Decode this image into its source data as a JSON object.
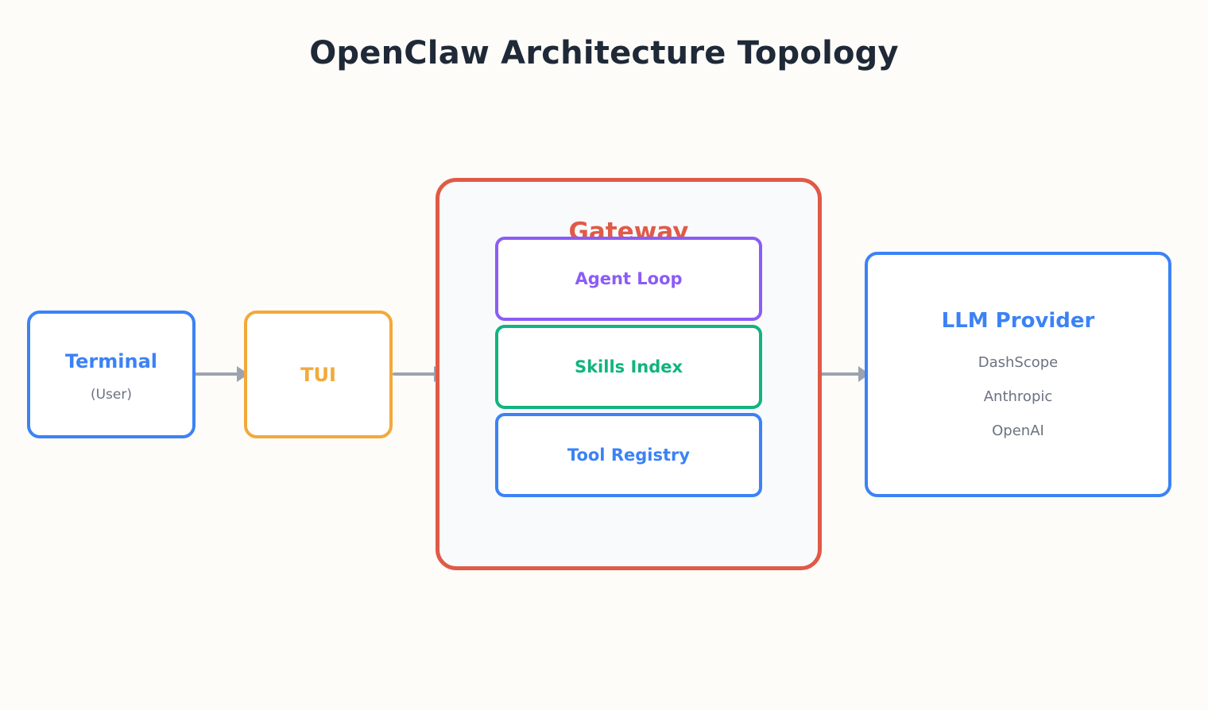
{
  "title": "OpenClaw Architecture Topology",
  "nodes": {
    "terminal": {
      "label": "Terminal",
      "sublabel": "(User)"
    },
    "tui": {
      "label": "TUI"
    },
    "gateway": {
      "label": "Gateway",
      "components": {
        "agent_loop": "Agent Loop",
        "skills_index": "Skills Index",
        "tool_registry": "Tool Registry"
      }
    },
    "llm_provider": {
      "label": "LLM Provider",
      "providers": [
        "DashScope",
        "Anthropic",
        "OpenAI"
      ]
    }
  },
  "edges": [
    {
      "from": "Terminal",
      "to": "TUI"
    },
    {
      "from": "TUI",
      "to": "Gateway"
    },
    {
      "from": "Gateway",
      "to": "LLM Provider"
    }
  ],
  "colors": {
    "background": "#fdfcf8",
    "title": "#1f2937",
    "blue": "#3b82f6",
    "orange": "#f2a93b",
    "red": "#e05a47",
    "purple": "#8b5cf6",
    "green": "#10b47f",
    "arrow": "#9ca3af",
    "muted_text": "#6b7280"
  }
}
